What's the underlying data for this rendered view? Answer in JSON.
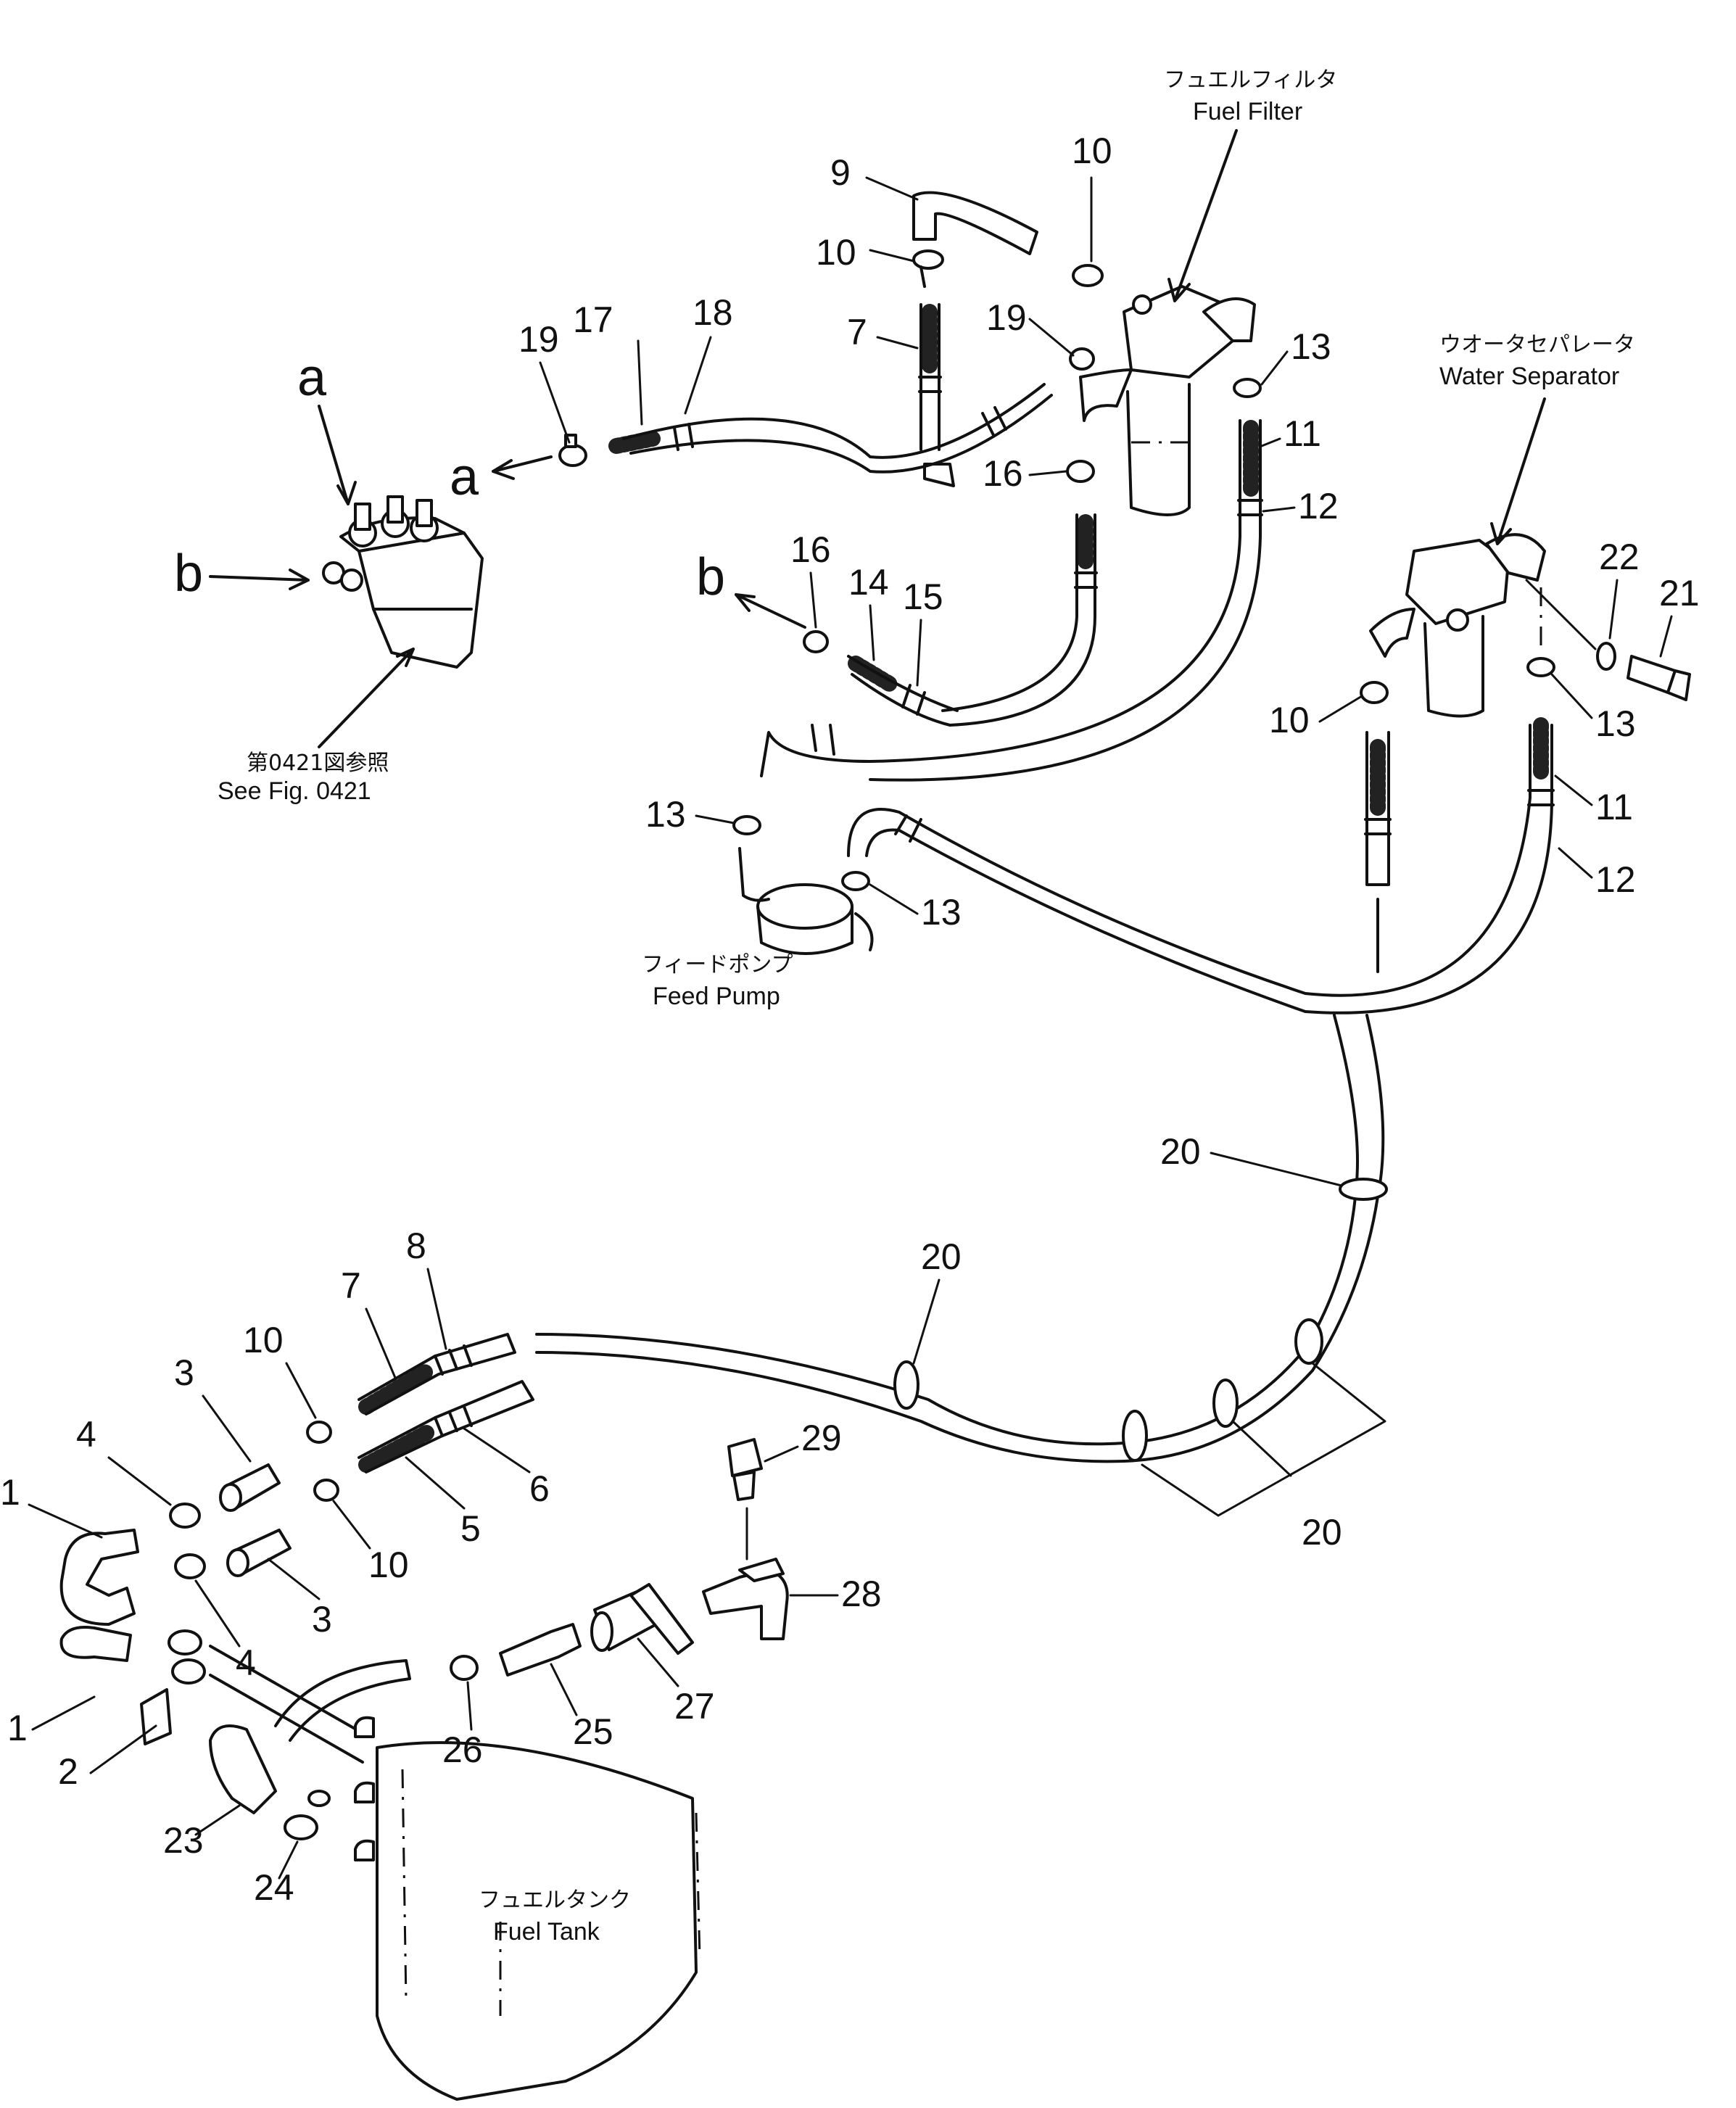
{
  "callouts": {
    "c1a": "1",
    "c1b": "1",
    "c2": "2",
    "c3a": "3",
    "c3b": "3",
    "c4a": "4",
    "c4b": "4",
    "c5": "5",
    "c6": "6",
    "c7a": "7",
    "c7b": "7",
    "c8": "8",
    "c9": "9",
    "c10a": "10",
    "c10b": "10",
    "c10c": "10",
    "c10d": "10",
    "c10e": "10",
    "c11a": "11",
    "c11b": "11",
    "c12a": "12",
    "c12b": "12",
    "c13a": "13",
    "c13b": "13",
    "c13c": "13",
    "c13d": "13",
    "c14": "14",
    "c15": "15",
    "c16a": "16",
    "c16b": "16",
    "c17": "17",
    "c18": "18",
    "c19a": "19",
    "c19b": "19",
    "c20a": "20",
    "c20b": "20",
    "c20c": "20",
    "c21": "21",
    "c22": "22",
    "c23": "23",
    "c24": "24",
    "c25": "25",
    "c26": "26",
    "c27": "27",
    "c28": "28",
    "c29": "29"
  },
  "letters": {
    "a_top": "a",
    "a_side": "a",
    "b_side": "b",
    "b_hose": "b"
  },
  "labels": {
    "fuel_filter_jp": "フュエルフィルタ",
    "fuel_filter_en": "Fuel Filter",
    "water_separator_jp": "ウオータセパレータ",
    "water_separator_en": "Water Separator",
    "see_fig_jp": "第0421図参照",
    "see_fig_en": "See Fig. 0421",
    "feed_pump_jp": "フィードポンプ",
    "feed_pump_en": "Feed Pump",
    "fuel_tank_jp": "フュエルタンク",
    "fuel_tank_en": "Fuel Tank"
  }
}
